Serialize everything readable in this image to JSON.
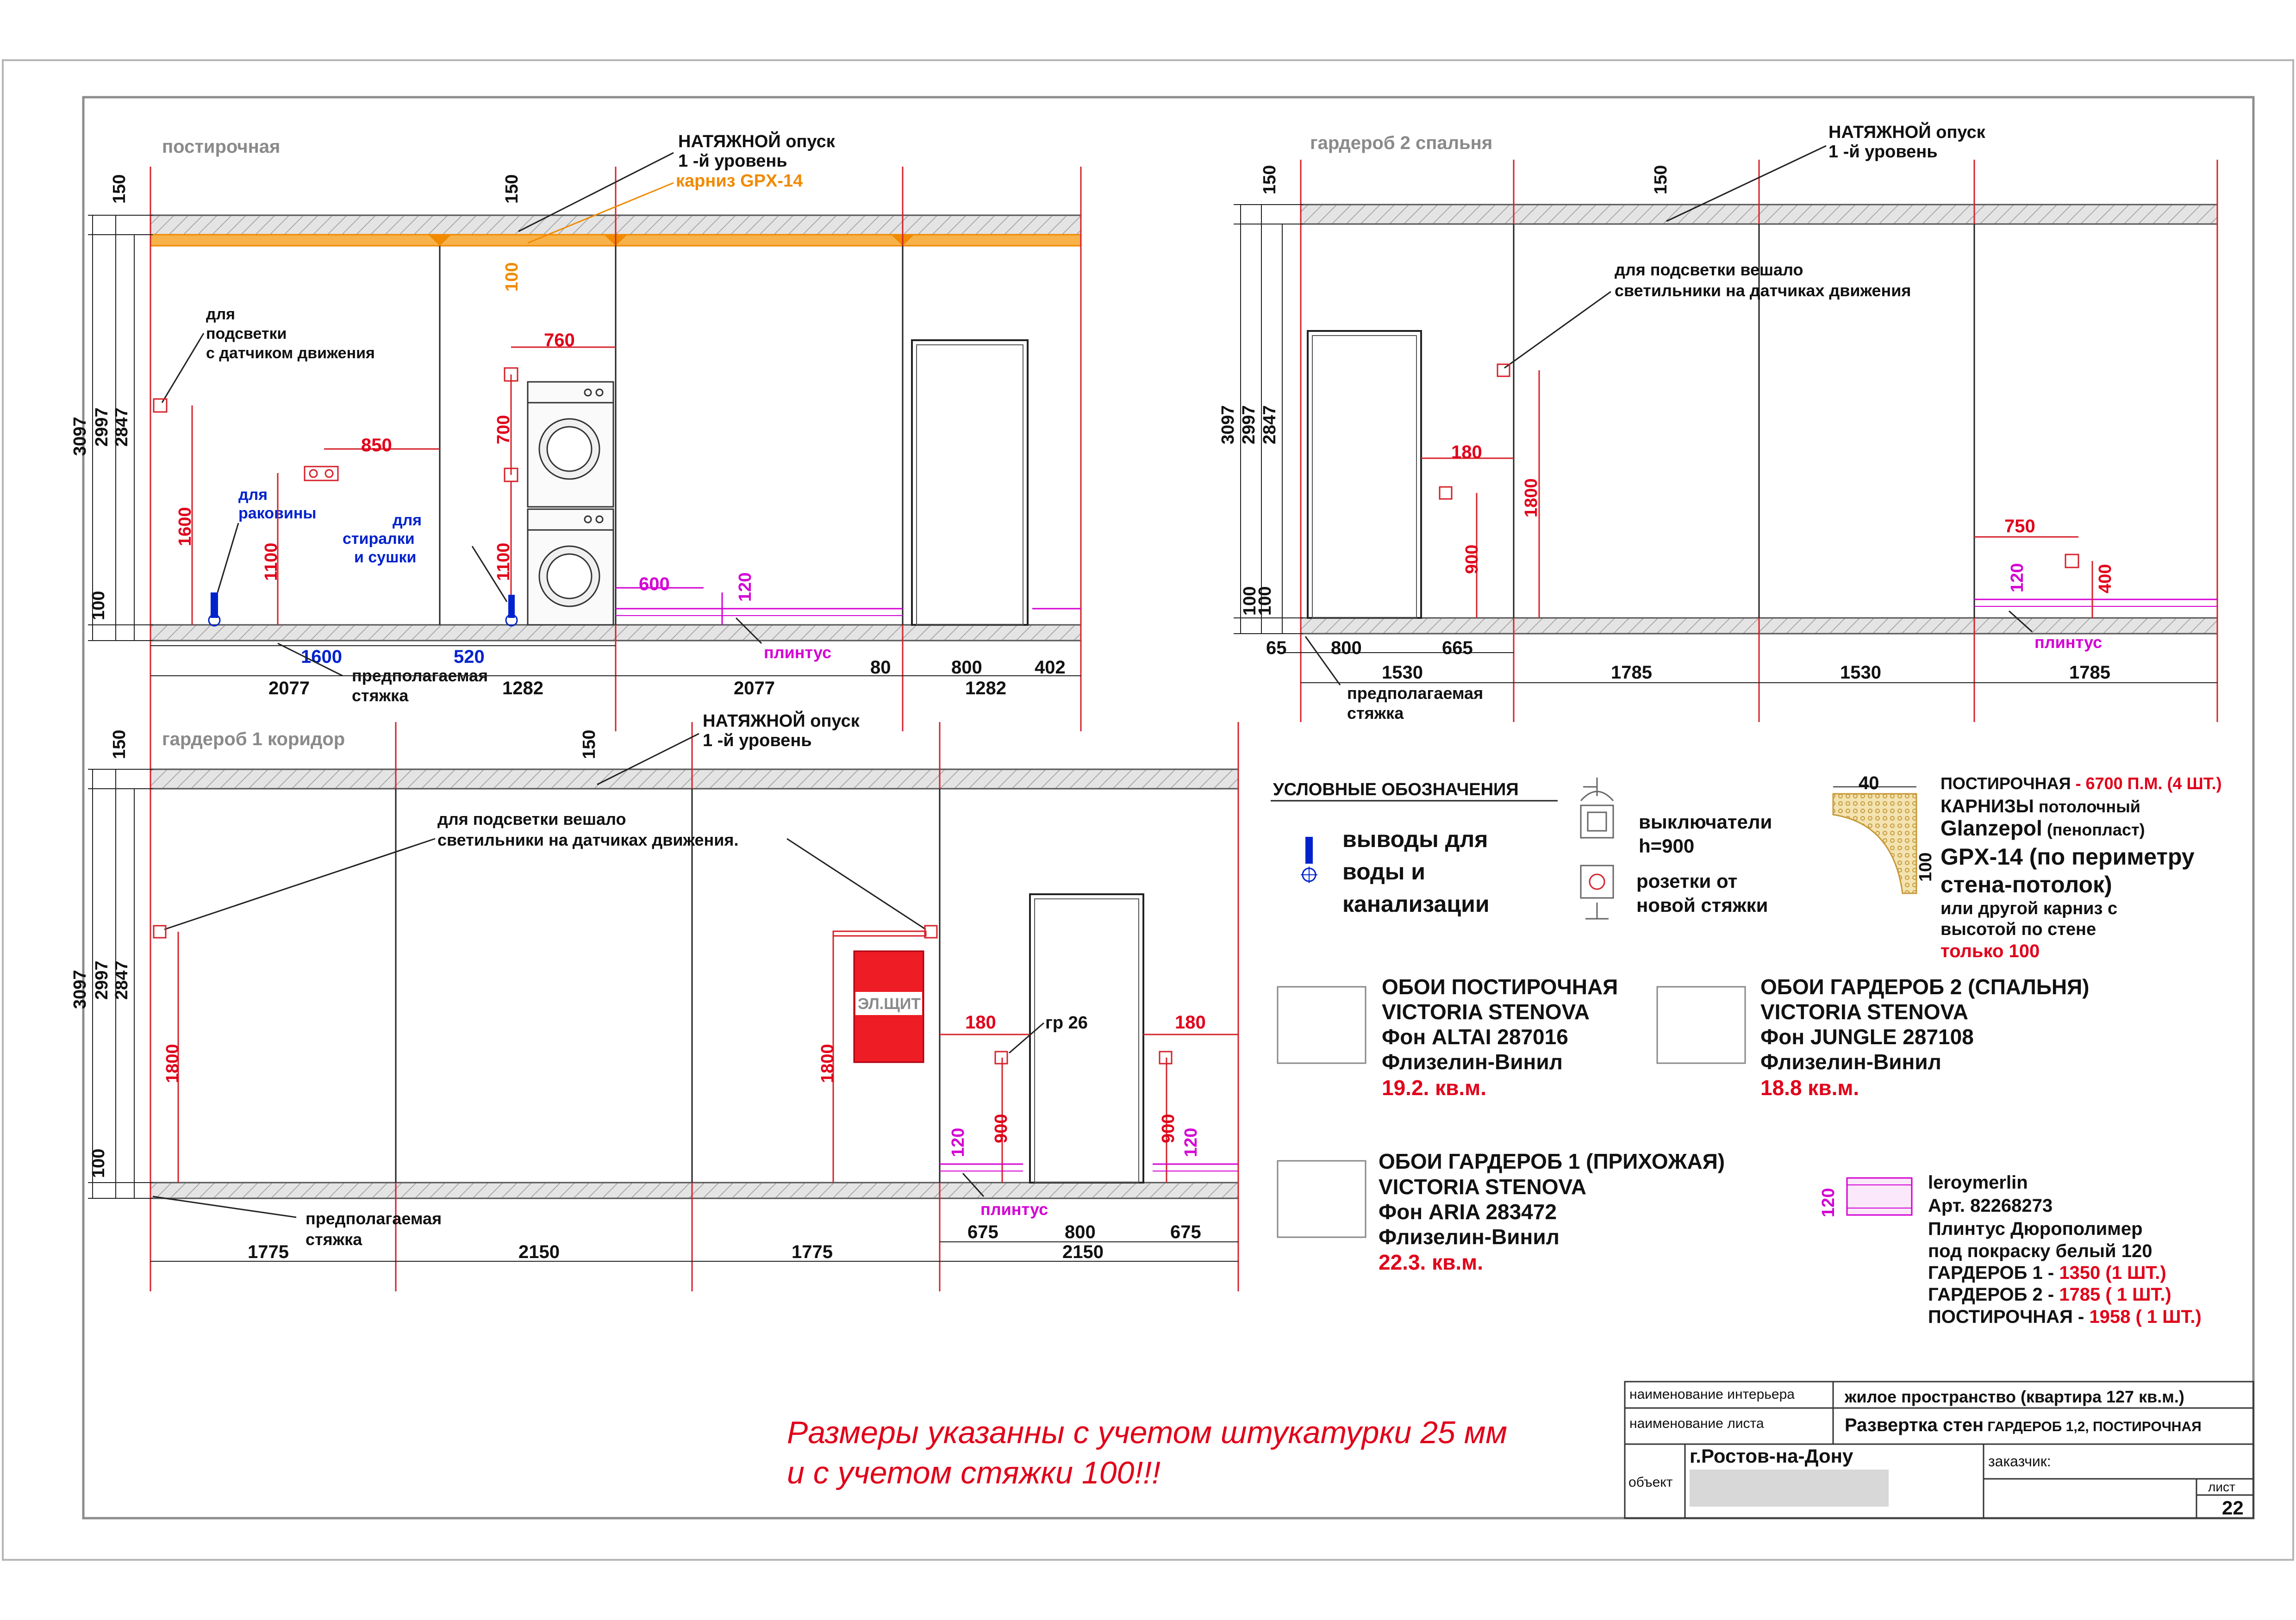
{
  "colors": {
    "dim_red": "#e0001a",
    "water_blue": "#0022cc",
    "plinth_magenta": "#d400d4",
    "cornice_orange": "#f08a00",
    "label_gray": "#8a8a8a",
    "panel_red": "#ee1c25"
  },
  "common": {
    "ceiling_note_line1": "НАТЯЖНОЙ опуск",
    "ceiling_note_line2": "1 -й уровень",
    "screed_line1": "предполагаемая",
    "screed_line2": "стяжка",
    "plinth": "плинтус",
    "h_total": "3097",
    "h_mid": "2997",
    "h_clear": "2847",
    "h_top": "150",
    "h_bottom": "100"
  },
  "view1": {
    "title": "постирочная",
    "cornice": "карниз GPX-14",
    "cornice_drop": "100",
    "light_line1": "для",
    "light_line2": "подсветки",
    "light_line3": "с датчиком движения",
    "d1600v": "1600",
    "d1100a": "1100",
    "d850": "850",
    "sink_line1": "для",
    "sink_line2": "раковины",
    "wash_line1": "для",
    "wash_line2": "стиралки",
    "wash_line3": "и сушки",
    "d760": "760",
    "d700": "700",
    "d1100b": "1100",
    "d600": "600",
    "d120": "120",
    "b1600": "1600",
    "b520": "520",
    "s2077a": "2077",
    "s1282a": "1282",
    "s2077b": "2077",
    "s80": "80",
    "s800": "800",
    "s402": "402",
    "s1282b": "1282"
  },
  "view2": {
    "title": "гардероб 2 спальня",
    "light_line1": "для подсветки вешало",
    "light_line2": "светильники на датчиках движения",
    "d180": "180",
    "d900": "900",
    "d1800": "1800",
    "d750": "750",
    "d120": "120",
    "d400": "400",
    "s65": "65",
    "s800": "800",
    "s665": "665",
    "s1530a": "1530",
    "s1785a": "1785",
    "s1530b": "1530",
    "s1785b": "1785"
  },
  "view3": {
    "title": "гардероб 1 коридор",
    "light_line1": "для подсветки вешало",
    "light_line2": "светильники на датчиках движения.",
    "d1800a": "1800",
    "d1800b": "1800",
    "panel": "ЭЛ.ЩИТ",
    "d180a": "180",
    "gr26": "гр 26",
    "d180b": "180",
    "d900a": "900",
    "d900b": "900",
    "d120a": "120",
    "d120b": "120",
    "s675a": "675",
    "s800": "800",
    "s675b": "675",
    "s1775a": "1775",
    "s2150a": "2150",
    "s1775b": "1775",
    "s2150b": "2150"
  },
  "legend": {
    "heading": "УСЛОВНЫЕ ОБОЗНАЧЕНИЯ",
    "water_line1": "выводы для",
    "water_line2": "воды и",
    "water_line3": "канализации",
    "switch_line1": "выключатели",
    "switch_line2": "h=900",
    "socket_line1": "розетки от",
    "socket_line2": "новой стяжки"
  },
  "cornice_spec": {
    "w40": "40",
    "h100": "100",
    "line1_a": "ПОСТИРОЧНАЯ",
    "line1_b": " - 6700 П.М. (4 ШТ.)",
    "line2_a": "КАРНИЗЫ",
    "line2_b": " потолочный",
    "line3_a": "Glanzepol",
    "line3_b": " (пенопласт)",
    "line4": "GPX-14  (по периметру",
    "line5": "стена-потолок)",
    "line6": "или другой карниз с",
    "line7": "высотой по стене",
    "line8": "только 100"
  },
  "wallpaper": [
    {
      "l1": "ОБОИ ПОСТИРОЧНАЯ",
      "l2": "VICTORIA STENOVA",
      "l3": "Фон ALTAI 287016",
      "l4": "Флизелин-Винил",
      "l5": "19.2. кв.м."
    },
    {
      "l1": "ОБОИ ГАРДЕРОБ 2 (СПАЛЬНЯ)",
      "l2": "VICTORIA STENOVA",
      "l3": "Фон JUNGLE 287108",
      "l4": "Флизелин-Винил",
      "l5": "18.8 кв.м."
    },
    {
      "l1": "ОБОИ ГАРДЕРОБ 1 (ПРИХОЖАЯ)",
      "l2": "VICTORIA STENOVA",
      "l3": "Фон ARIA 283472",
      "l4": "Флизелин-Винил",
      "l5": "22.3. кв.м."
    }
  ],
  "plinth_spec": {
    "h120": "120",
    "l1": "leroymerlin",
    "l2": "Арт. 82268273",
    "l3": "Плинтус  Дюрополимер",
    "l4": "под покраску белый 120",
    "l5a": "ГАРДЕРОБ 1 - ",
    "l5b": "1350 (1 ШТ.)",
    "l6a": "ГАРДЕРОБ 2 - ",
    "l6b": "1785 ( 1 ШТ.)",
    "l7a": "ПОСТИРОЧНАЯ - ",
    "l7b": "1958 ( 1 ШТ.)"
  },
  "note": {
    "line1": "Размеры указанны  с учетом штукатурки 25 мм",
    "line2": "и с учетом стяжки 100!!!"
  },
  "title_block": {
    "interior_label": "наименование интерьера",
    "interior_value": "жилое пространство (квартира 127 кв.м.)",
    "sheet_label": "наименование листа",
    "sheet_value_a": "Развертка стен",
    "sheet_value_b": " ГАРДЕРОБ 1,2, ПОСТИРОЧНАЯ",
    "object_label": "объект",
    "city": "г.Ростов-на-Дону",
    "client_label": "заказчик:",
    "page_label": "лист",
    "page": "22"
  }
}
